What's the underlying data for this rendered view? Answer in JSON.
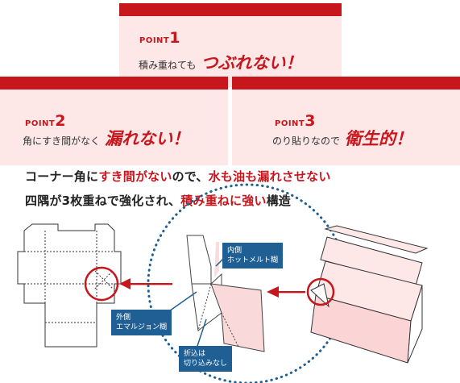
{
  "points": [
    {
      "tag": "POINT",
      "num": "1",
      "desc": "積み重ねても",
      "emphasis": "つぶれない！"
    },
    {
      "tag": "POINT",
      "num": "2",
      "desc": "角にすき間がなく",
      "emphasis": "漏れない！"
    },
    {
      "tag": "POINT",
      "num": "3",
      "desc": "のり貼りなので",
      "emphasis": "衛生的！"
    }
  ],
  "headline1": {
    "a": "コーナー角に",
    "b": "すき間がない",
    "c": "ので、",
    "d": "水も油も漏れさせない"
  },
  "headline2": {
    "a": "四隅が3枚重ねで強化され、",
    "b": "積み重ねに強い",
    "c": "構造"
  },
  "callouts": {
    "inner": [
      "内側",
      "ホットメルト糊"
    ],
    "outer": [
      "外側",
      "エマルジョン糊"
    ],
    "fold": [
      "折込は",
      "切り込みなし"
    ]
  },
  "colors": {
    "accent": "#c8161d",
    "block": "#fde7e7",
    "callout": "#1f5f93",
    "dots": "#1f5f93"
  }
}
